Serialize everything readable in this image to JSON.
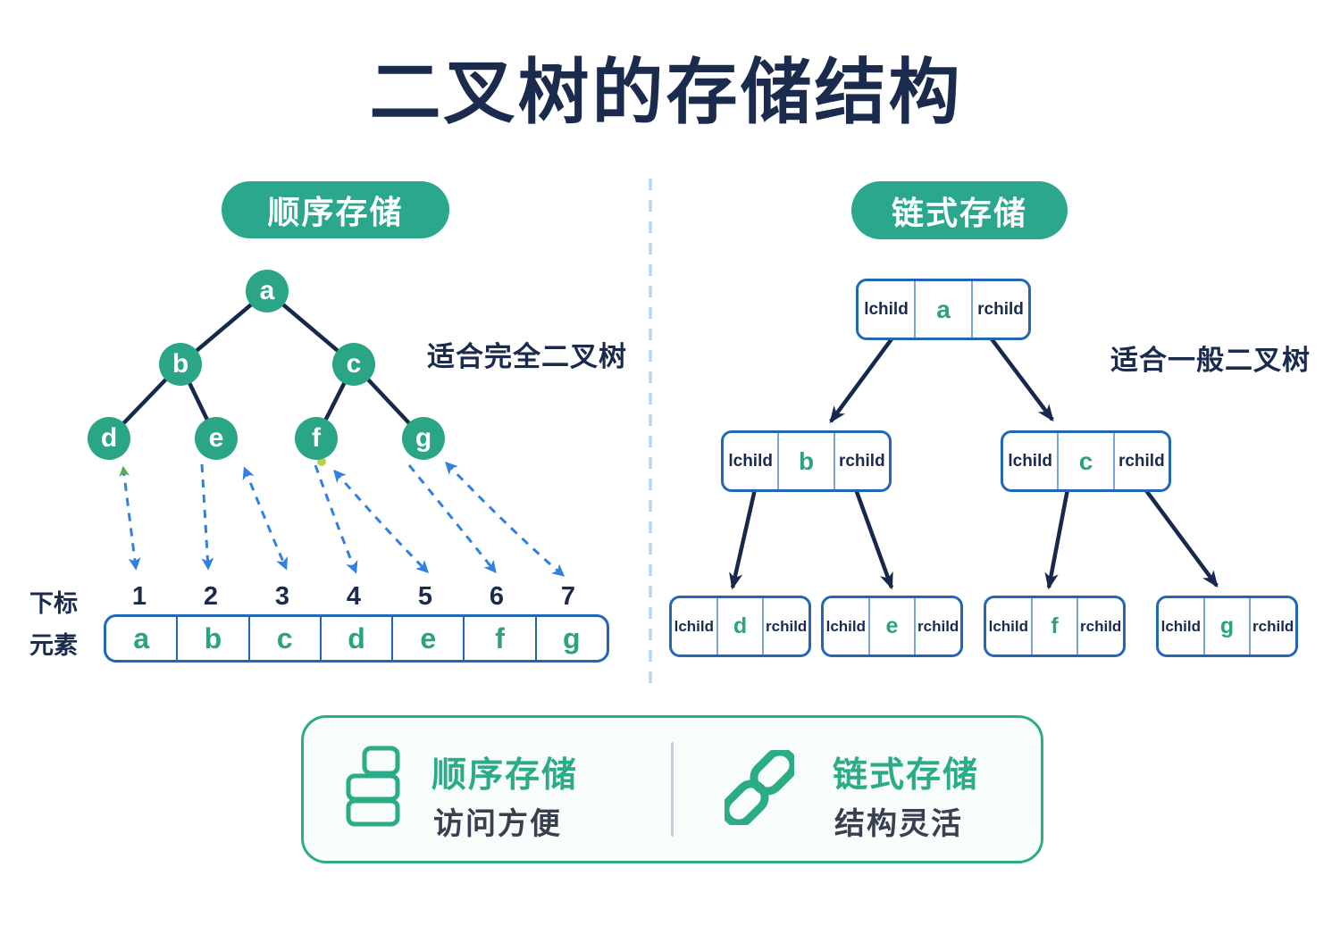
{
  "title": "二叉树的存储结构",
  "left_section": {
    "badge": "顺序存储",
    "caption": "适合完全二叉树",
    "tree_nodes": [
      "a",
      "b",
      "c",
      "d",
      "e",
      "f",
      "g"
    ],
    "array": {
      "index_label": "下标",
      "element_label": "元素",
      "indices": [
        "1",
        "2",
        "3",
        "4",
        "5",
        "6",
        "7"
      ],
      "elements": [
        "a",
        "b",
        "c",
        "d",
        "e",
        "f",
        "g"
      ]
    }
  },
  "right_section": {
    "badge": "链式存储",
    "caption": "适合一般二叉树",
    "node_field_left": "lchild",
    "node_field_right": "rchild",
    "nodes": [
      "a",
      "b",
      "c",
      "d",
      "e",
      "f",
      "g"
    ]
  },
  "summary": {
    "left": {
      "heading": "顺序存储",
      "subtext": "访问方便",
      "icon": "stack-icon"
    },
    "right": {
      "heading": "链式存储",
      "subtext": "结构灵活",
      "icon": "chain-link-icon"
    }
  },
  "colors": {
    "navy": "#1b2b4e",
    "node_green": "#2aa585",
    "badge_green": "#2aa78c",
    "accent_green": "#2cab87",
    "blue_border": "#2267b5",
    "arrow_blue": "#2f80e2"
  }
}
